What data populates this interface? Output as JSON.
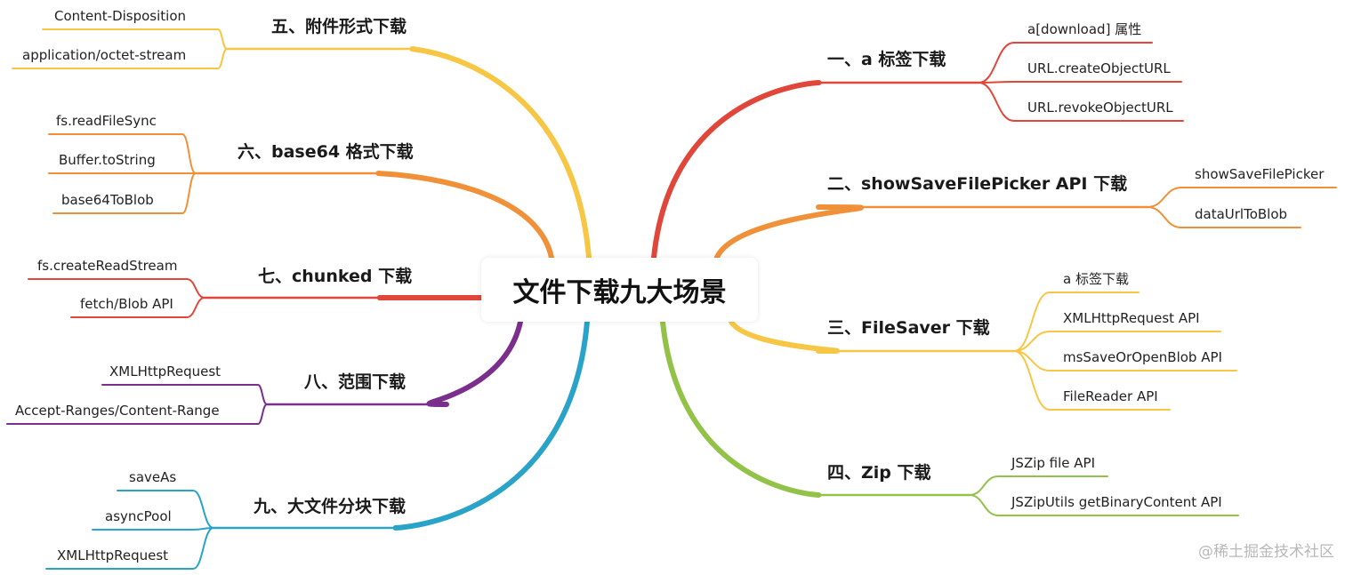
{
  "center": {
    "title": "文件下载九大场景"
  },
  "branches": [
    {
      "label": "一、a 标签下载",
      "color": "#e0463a",
      "children": [
        "a[download] 属性",
        "URL.createObjectURL",
        "URL.revokeObjectURL"
      ]
    },
    {
      "label": "二、showSaveFilePicker API 下载",
      "color": "#f0913a",
      "children": [
        "showSaveFilePicker",
        "dataUrlToBlob"
      ]
    },
    {
      "label": "三、FileSaver 下载",
      "color": "#f6c644",
      "children": [
        "a 标签下载",
        "XMLHttpRequest API",
        "msSaveOrOpenBlob API",
        "FileReader API"
      ]
    },
    {
      "label": "四、Zip 下载",
      "color": "#93c249",
      "children": [
        "JSZip file API",
        "JSZipUtils getBinaryContent API"
      ]
    },
    {
      "label": "五、附件形式下载",
      "color": "#f6c644",
      "children": [
        "Content-Disposition",
        "application/octet-stream"
      ]
    },
    {
      "label": "六、base64 格式下载",
      "color": "#f0913a",
      "children": [
        "fs.readFileSync",
        "Buffer.toString",
        "base64ToBlob"
      ]
    },
    {
      "label": "七、chunked 下载",
      "color": "#e0463a",
      "children": [
        "fs.createReadStream",
        "fetch/Blob API"
      ]
    },
    {
      "label": "八、范围下载",
      "color": "#7b2e8c",
      "children": [
        "XMLHttpRequest",
        "Accept-Ranges/Content-Range"
      ]
    },
    {
      "label": "九、大文件分块下载",
      "color": "#2aa3c9",
      "children": [
        "saveAs",
        "asyncPool",
        "XMLHttpRequest"
      ]
    }
  ],
  "watermark": "@稀土掘金技术社区"
}
